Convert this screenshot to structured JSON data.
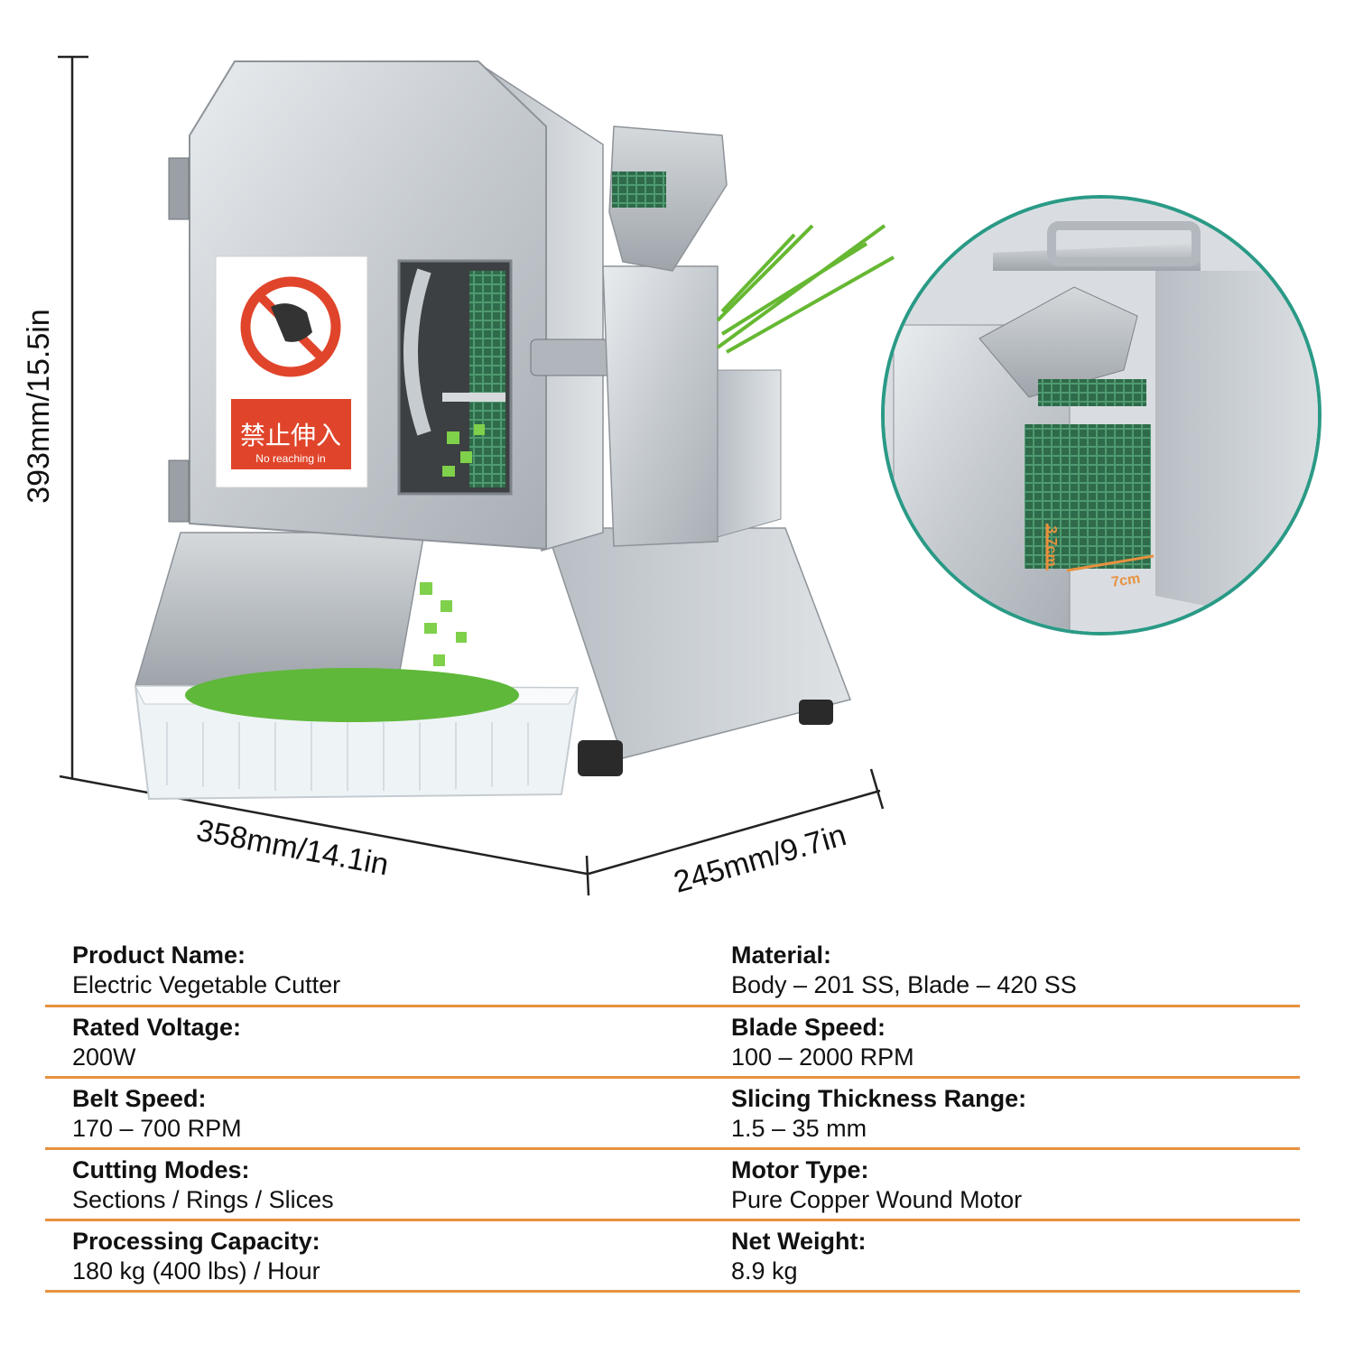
{
  "dimensions": {
    "height": "393mm/15.5in",
    "width": "358mm/14.1in",
    "depth": "245mm/9.7in"
  },
  "warning_sign": {
    "chinese": "禁止伸入",
    "english": "No reaching in"
  },
  "detail_inset": {
    "belt_width": "7cm",
    "belt_height": "3.7cm"
  },
  "colors": {
    "divider": "#e8913f",
    "inset_ring": "#2a9a86",
    "steel": "#c9cdd1",
    "belt": "#2f6b4a",
    "warning_red": "#e0452b"
  },
  "specs": [
    {
      "left": {
        "label": "Product Name:",
        "value": "Electric Vegetable Cutter"
      },
      "right": {
        "label": "Material:",
        "value": "Body – 201 SS, Blade – 420 SS"
      }
    },
    {
      "left": {
        "label": "Rated Voltage:",
        "value": "200W"
      },
      "right": {
        "label": "Blade Speed:",
        "value": "100 – 2000 RPM"
      }
    },
    {
      "left": {
        "label": "Belt Speed:",
        "value": "170 – 700 RPM"
      },
      "right": {
        "label": "Slicing Thickness Range:",
        "value": "1.5 – 35 mm"
      }
    },
    {
      "left": {
        "label": "Cutting Modes:",
        "value": "Sections / Rings / Slices"
      },
      "right": {
        "label": "Motor Type:",
        "value": "Pure Copper Wound Motor"
      }
    },
    {
      "left": {
        "label": "Processing Capacity:",
        "value": "180 kg (400 lbs) / Hour"
      },
      "right": {
        "label": "Net Weight:",
        "value": "8.9 kg"
      }
    }
  ]
}
